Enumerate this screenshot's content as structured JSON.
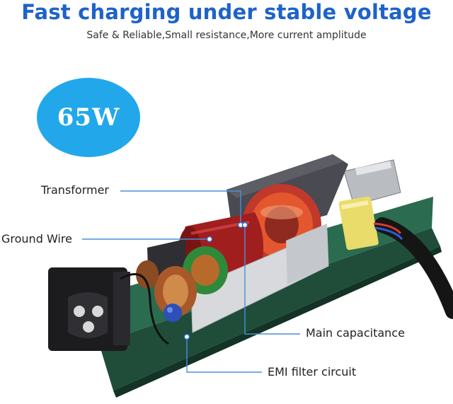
{
  "header": {
    "title": "Fast charging under stable voltage",
    "subtitle": "Safe & Reliable,Small resistance,More current amplitude"
  },
  "badge": {
    "text": "65W",
    "color": "#22a8ea"
  },
  "callouts": {
    "transformer": "Transformer",
    "ground_wire": "Ground Wire",
    "main_capacitance": "Main capacitance",
    "emi_filter": "EMI filter circuit"
  },
  "colors": {
    "title_blue": "#1e63c9",
    "pcb_green": "#1f4d3a",
    "leader_line": "#4a90d9"
  }
}
